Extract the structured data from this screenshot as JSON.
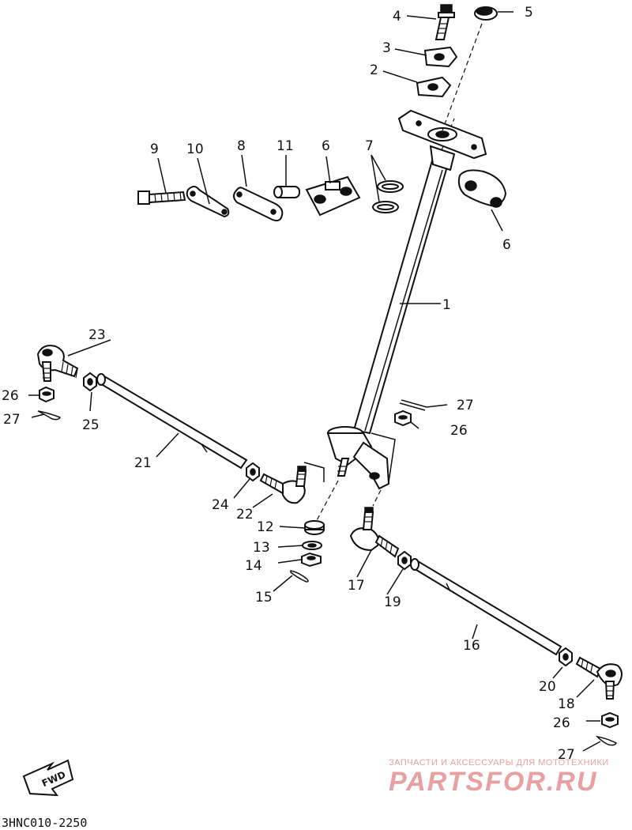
{
  "diagram": {
    "callouts": [
      {
        "id": "1",
        "text": "1"
      },
      {
        "id": "2",
        "text": "2"
      },
      {
        "id": "3",
        "text": "3"
      },
      {
        "id": "4",
        "text": "4"
      },
      {
        "id": "5",
        "text": "5"
      },
      {
        "id": "6a",
        "text": "6"
      },
      {
        "id": "6b",
        "text": "6"
      },
      {
        "id": "7",
        "text": "7"
      },
      {
        "id": "8",
        "text": "8"
      },
      {
        "id": "9",
        "text": "9"
      },
      {
        "id": "10",
        "text": "10"
      },
      {
        "id": "11",
        "text": "11"
      },
      {
        "id": "12",
        "text": "12"
      },
      {
        "id": "13",
        "text": "13"
      },
      {
        "id": "14",
        "text": "14"
      },
      {
        "id": "15",
        "text": "15"
      },
      {
        "id": "16",
        "text": "16"
      },
      {
        "id": "17",
        "text": "17"
      },
      {
        "id": "18",
        "text": "18"
      },
      {
        "id": "19",
        "text": "19"
      },
      {
        "id": "20",
        "text": "20"
      },
      {
        "id": "21",
        "text": "21"
      },
      {
        "id": "22",
        "text": "22"
      },
      {
        "id": "23",
        "text": "23"
      },
      {
        "id": "24",
        "text": "24"
      },
      {
        "id": "25",
        "text": "25"
      },
      {
        "id": "26a",
        "text": "26"
      },
      {
        "id": "26b",
        "text": "26"
      },
      {
        "id": "26c",
        "text": "26"
      },
      {
        "id": "27a",
        "text": "27"
      },
      {
        "id": "27b",
        "text": "27"
      },
      {
        "id": "27c",
        "text": "27"
      }
    ],
    "fwd_label": "FWD",
    "drawing_code": "3HNC010-2250"
  },
  "watermark": {
    "tagline": "ЗАПЧАСТИ И АКСЕССУАРЫ ДЛЯ МОТОТЕХНИКИ",
    "brand": "PARTSFOR.RU",
    "color": "#e8a0a0"
  }
}
